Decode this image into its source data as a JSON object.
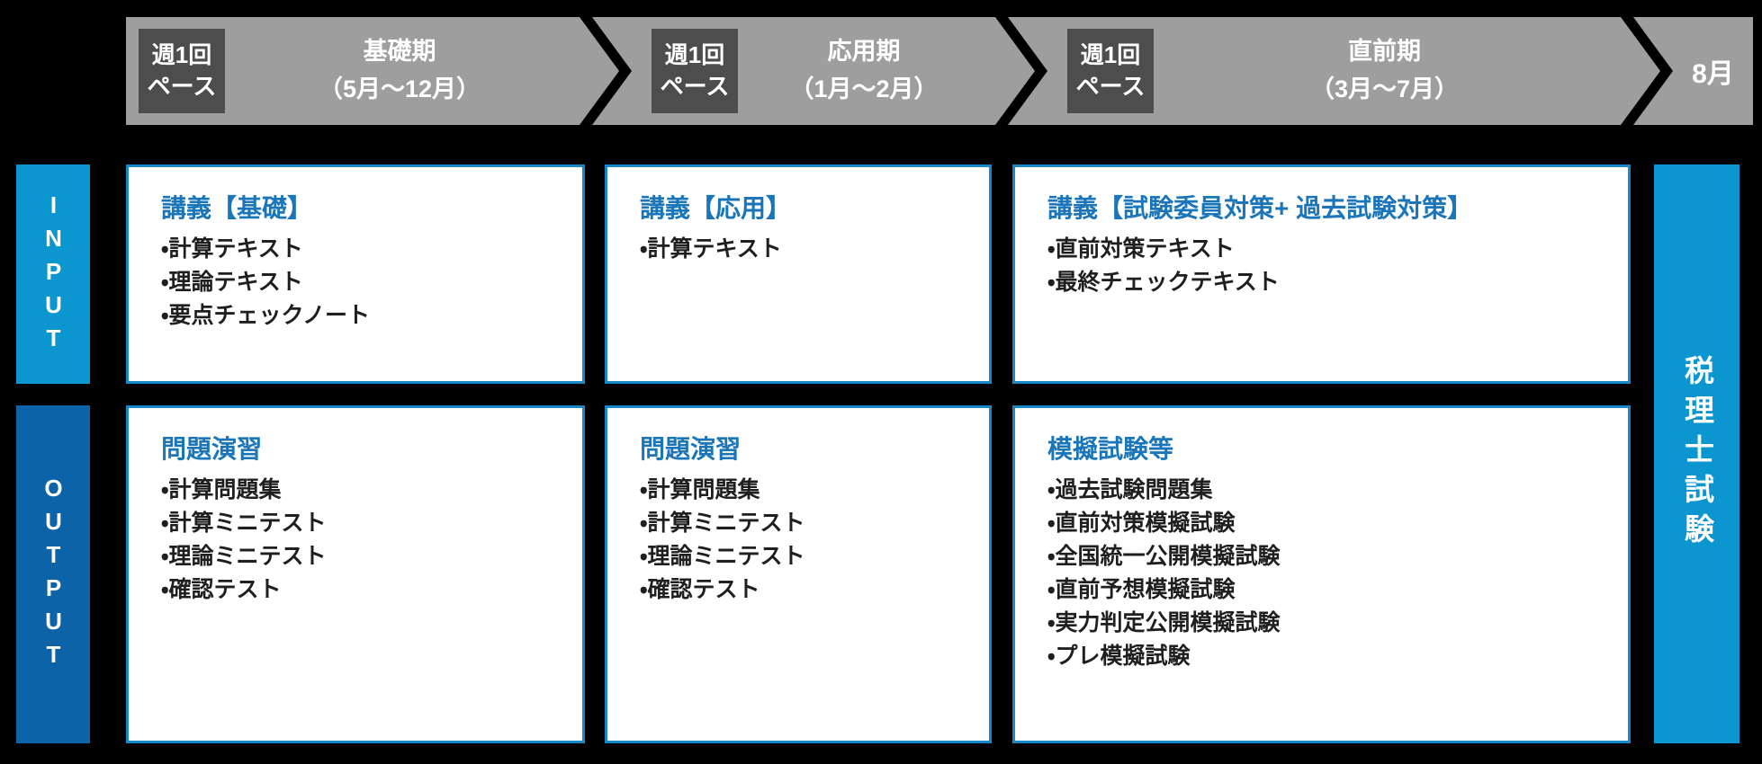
{
  "timeline": {
    "phases": [
      {
        "pace_line1": "週1回",
        "pace_line2": "ペース",
        "name": "基礎期",
        "period": "（5月～12月）"
      },
      {
        "pace_line1": "週1回",
        "pace_line2": "ペース",
        "name": "応用期",
        "period": "（1月～2月）"
      },
      {
        "pace_line1": "週1回",
        "pace_line2": "ペース",
        "name": "直前期",
        "period": "（3月～7月）"
      }
    ],
    "final_label": "8月"
  },
  "input_row": {
    "label": "INPUT",
    "boxes": [
      {
        "title": "講義【基礎】",
        "items": [
          "・計算テキスト",
          "・理論テキスト",
          "・要点チェックノート"
        ]
      },
      {
        "title": "講義【応用】",
        "items": [
          "・計算テキスト"
        ]
      },
      {
        "title": "講義【試験委員対策+ 過去試験対策】",
        "items": [
          "・直前対策テキスト",
          "・最終チェックテキスト"
        ]
      }
    ]
  },
  "output_row": {
    "label": "OUTPUT",
    "boxes": [
      {
        "title": "問題演習",
        "items": [
          "・計算問題集",
          "・計算ミニテスト",
          "・理論ミニテスト",
          "・確認テスト"
        ]
      },
      {
        "title": "問題演習",
        "items": [
          "・計算問題集",
          "・計算ミニテスト",
          "・理論ミニテスト",
          "・確認テスト"
        ]
      },
      {
        "title": "模擬試験等",
        "items": [
          "・過去試験問題集",
          "・直前対策模擬試験",
          "・全国統一公開模擬試験",
          "・直前予想模擬試験",
          "・実力判定公開模擬試験",
          "・プレ模擬試験"
        ]
      }
    ]
  },
  "goal": {
    "label": "税理士試験"
  },
  "colors": {
    "background": "#000000",
    "arrow_gray": "#9e9e9e",
    "pace_badge_gray": "#4d4d4d",
    "input_bar_blue": "#0b96d0",
    "output_bar_blue": "#0d63a8",
    "box_border_blue": "#1787c8",
    "box_title_blue": "#1b76b9",
    "exam_bar_blue": "#0b96d0"
  }
}
